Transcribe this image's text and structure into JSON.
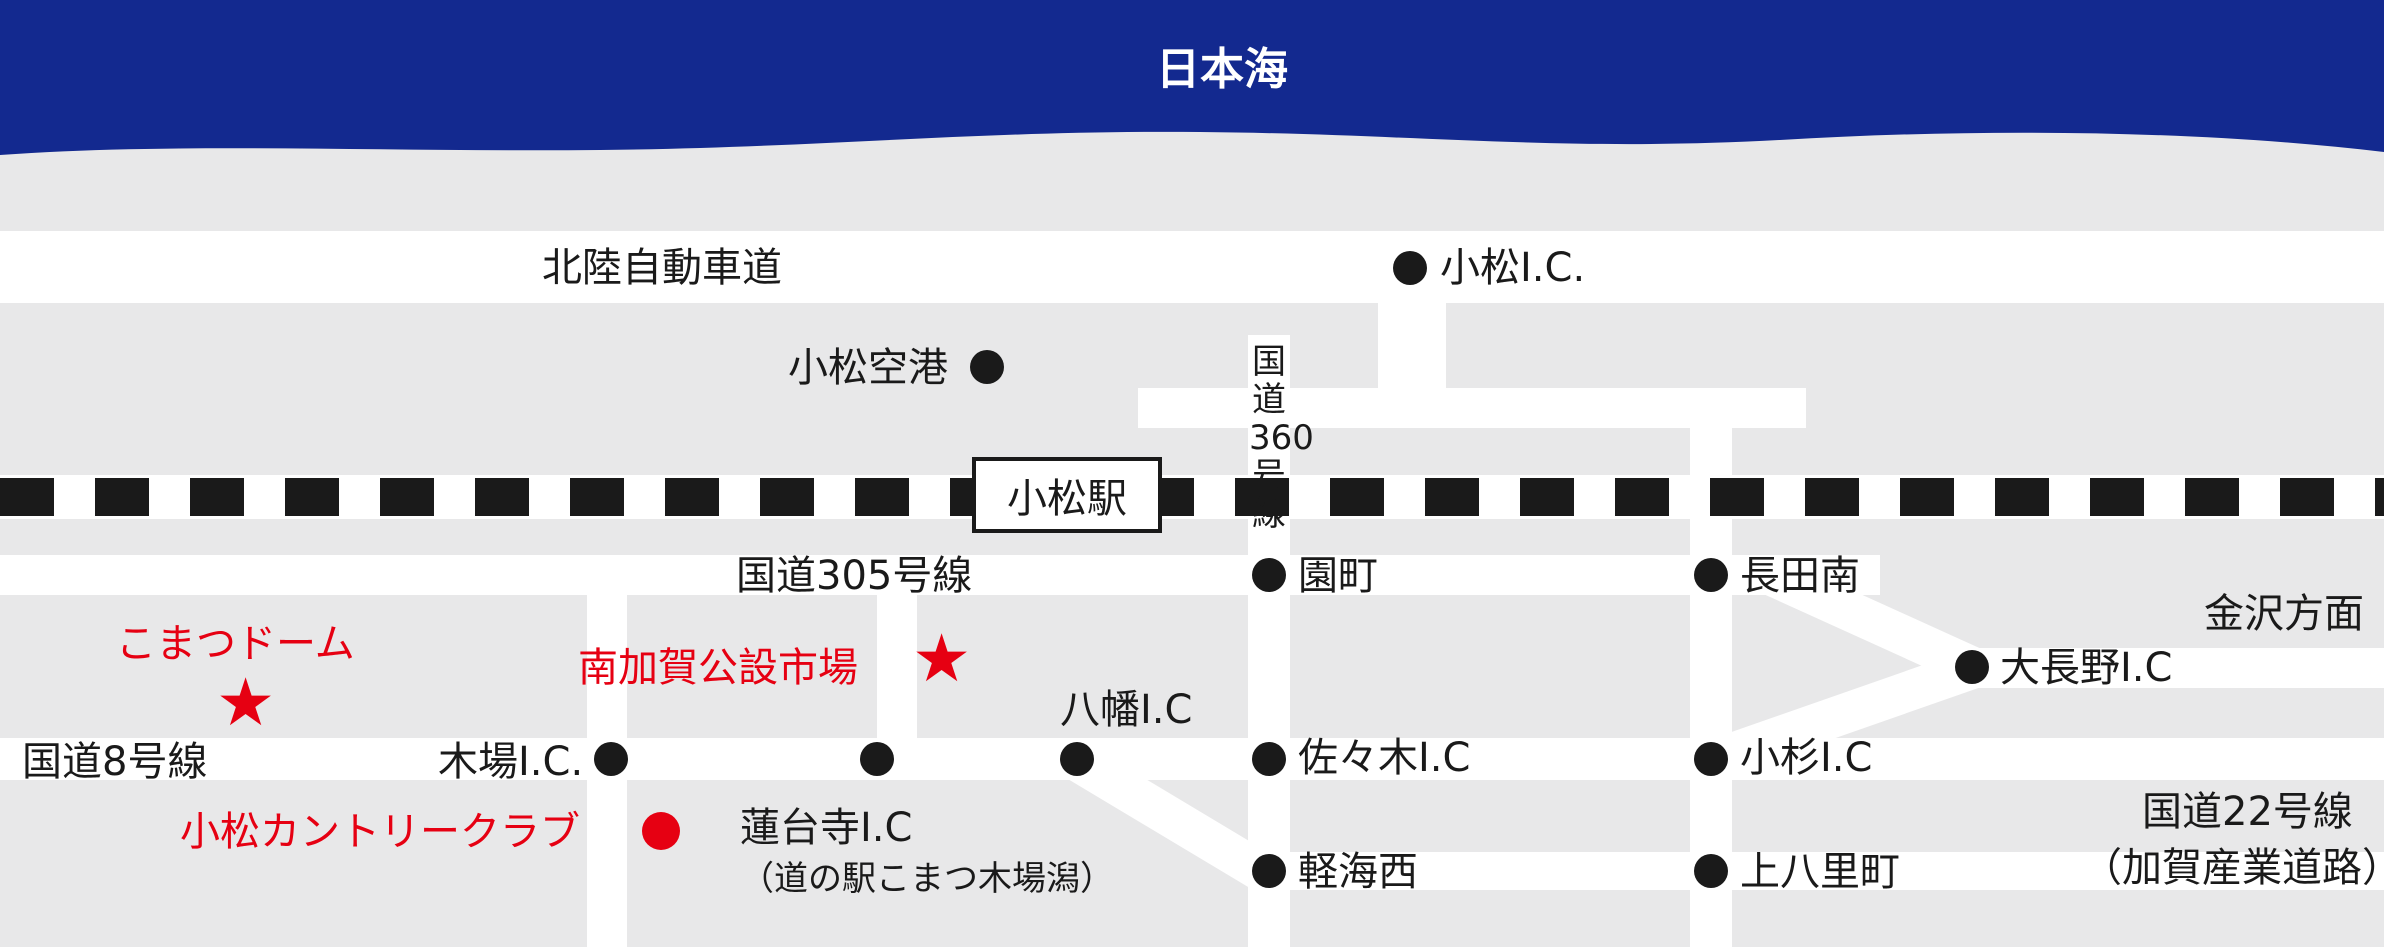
{
  "sea": {
    "label": "日本海"
  },
  "roads": {
    "expressway": "北陸自動車道",
    "route305": "国道305号線",
    "route8": "国道8号線",
    "route360": "国道360号線",
    "route22_line1": "国道22号線",
    "route22_line2": "（加賀産業道路）"
  },
  "station": {
    "label": "小松駅"
  },
  "interchanges": {
    "komatsu_ic": "小松I.C.",
    "kiba_ic": "木場I.C.",
    "yawata_ic": "八幡I.C",
    "sasaki_ic": "佐々木I.C",
    "kosugi_ic": "小杉I.C",
    "onagano_ic": "大長野I.C",
    "rendaiji_ic": "蓮台寺I.C",
    "rendaiji_note": "（道の駅こまつ木場潟）"
  },
  "places": {
    "airport": "小松空港",
    "sonomachi": "園町",
    "nagataminami": "長田南",
    "karuumi_nishi": "軽海西",
    "kamiyachimachi": "上八里町",
    "kanazawa_direction": "金沢方面"
  },
  "landmarks": {
    "komatsu_dome": "こまつドーム",
    "minami_kaga_market": "南加賀公設市場",
    "country_club": "小松カントリークラブ"
  },
  "colors": {
    "sea": "#13298f",
    "land": "#e8e8e9",
    "road": "#ffffff",
    "accent": "#e60012",
    "ink": "#1a1a1a"
  }
}
